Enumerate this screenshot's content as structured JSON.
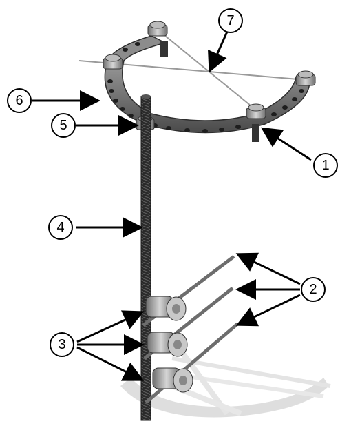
{
  "callouts": {
    "c1": "1",
    "c2": "2",
    "c3": "3",
    "c4": "4",
    "c5": "5",
    "c6": "6",
    "c7": "7"
  },
  "colors": {
    "metal_dark": "#3f3f3f",
    "metal_mid": "#7a7a7a",
    "metal_light": "#c8c8c8",
    "rod": "#2b2b2b",
    "shadow": "#d9d9d9"
  }
}
